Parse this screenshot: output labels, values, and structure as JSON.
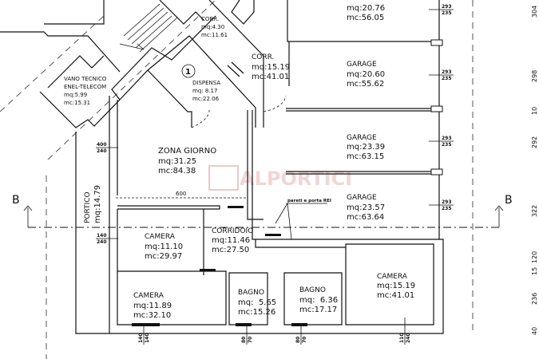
{
  "rooms": {
    "garage_top": {
      "mq": "mq:20.76",
      "mc": "mc:56.05"
    },
    "garage_2": {
      "name": "GARAGE",
      "mq": "mq:20.60",
      "mc": "mc:55.62"
    },
    "garage_3": {
      "name": "GARAGE",
      "mq": "mq:23.39",
      "mc": "mc:63.15"
    },
    "garage_4": {
      "name": "GARAGE",
      "mq": "mq:23.57",
      "mc": "mc:63.64"
    },
    "vano_tecnico": {
      "name1": "VANO TECNICO",
      "name2": "ENEL-TELECOM",
      "mq": "mq:5.99",
      "mc": "mc:15.31"
    },
    "dispensa": {
      "marker": "1",
      "name": "DISPENSA",
      "mq": "mq: 8.17",
      "mc": "mc:22.06"
    },
    "corr_1": {
      "name": "CORR.",
      "mq": "mq:4.30",
      "mc": "mc:11.61"
    },
    "corr_2": {
      "name": "CORR.",
      "mq": "mq:15.19",
      "mc": "mc:41.01"
    },
    "zona_giorno": {
      "name": "ZONA GIORNO",
      "mq": "mq:31.25",
      "mc": "mc:84.38"
    },
    "portico": {
      "name": "PORTICO",
      "mq": "mq:14.79"
    },
    "corridoio": {
      "name": "CORRIDOIO",
      "mq": "mq:11.46",
      "mc": "mc:27.50"
    },
    "camera_1": {
      "name": "CAMERA",
      "mq": "mq:11.10",
      "mc": "mc:29.97"
    },
    "camera_2": {
      "name": "CAMERA",
      "mq": "mq:11.89",
      "mc": "mc:32.10"
    },
    "bagno_1": {
      "name": "BAGNO",
      "mq": "mq:  5.65",
      "mc": "mc:15.26"
    },
    "bagno_2": {
      "name": "BAGNO",
      "mq": "mq:  6.36",
      "mc": "mc:17.17"
    },
    "camera_3": {
      "name": "CAMERA",
      "mq": "mq:15.19",
      "mc": "mc:41.01"
    }
  },
  "annotations": {
    "rei_note": "pareti e porta REI",
    "dimension_600": "600",
    "section_label": "B",
    "watermark": "ALPORTICI"
  },
  "window_dims": {
    "garage": [
      [
        "293",
        "235"
      ],
      [
        "293",
        "235"
      ],
      [
        "293",
        "235"
      ],
      [
        "293",
        "235"
      ]
    ],
    "left": [
      [
        "400",
        "240"
      ],
      [
        "140",
        "240"
      ]
    ],
    "bottom": [
      [
        "140",
        "140"
      ],
      [
        "80",
        "70"
      ],
      [
        "80",
        "70"
      ],
      [
        "110",
        "240"
      ]
    ]
  },
  "side_dims": [
    "304",
    "298",
    "10",
    "292",
    "322",
    "120",
    "15",
    "236",
    "40"
  ]
}
